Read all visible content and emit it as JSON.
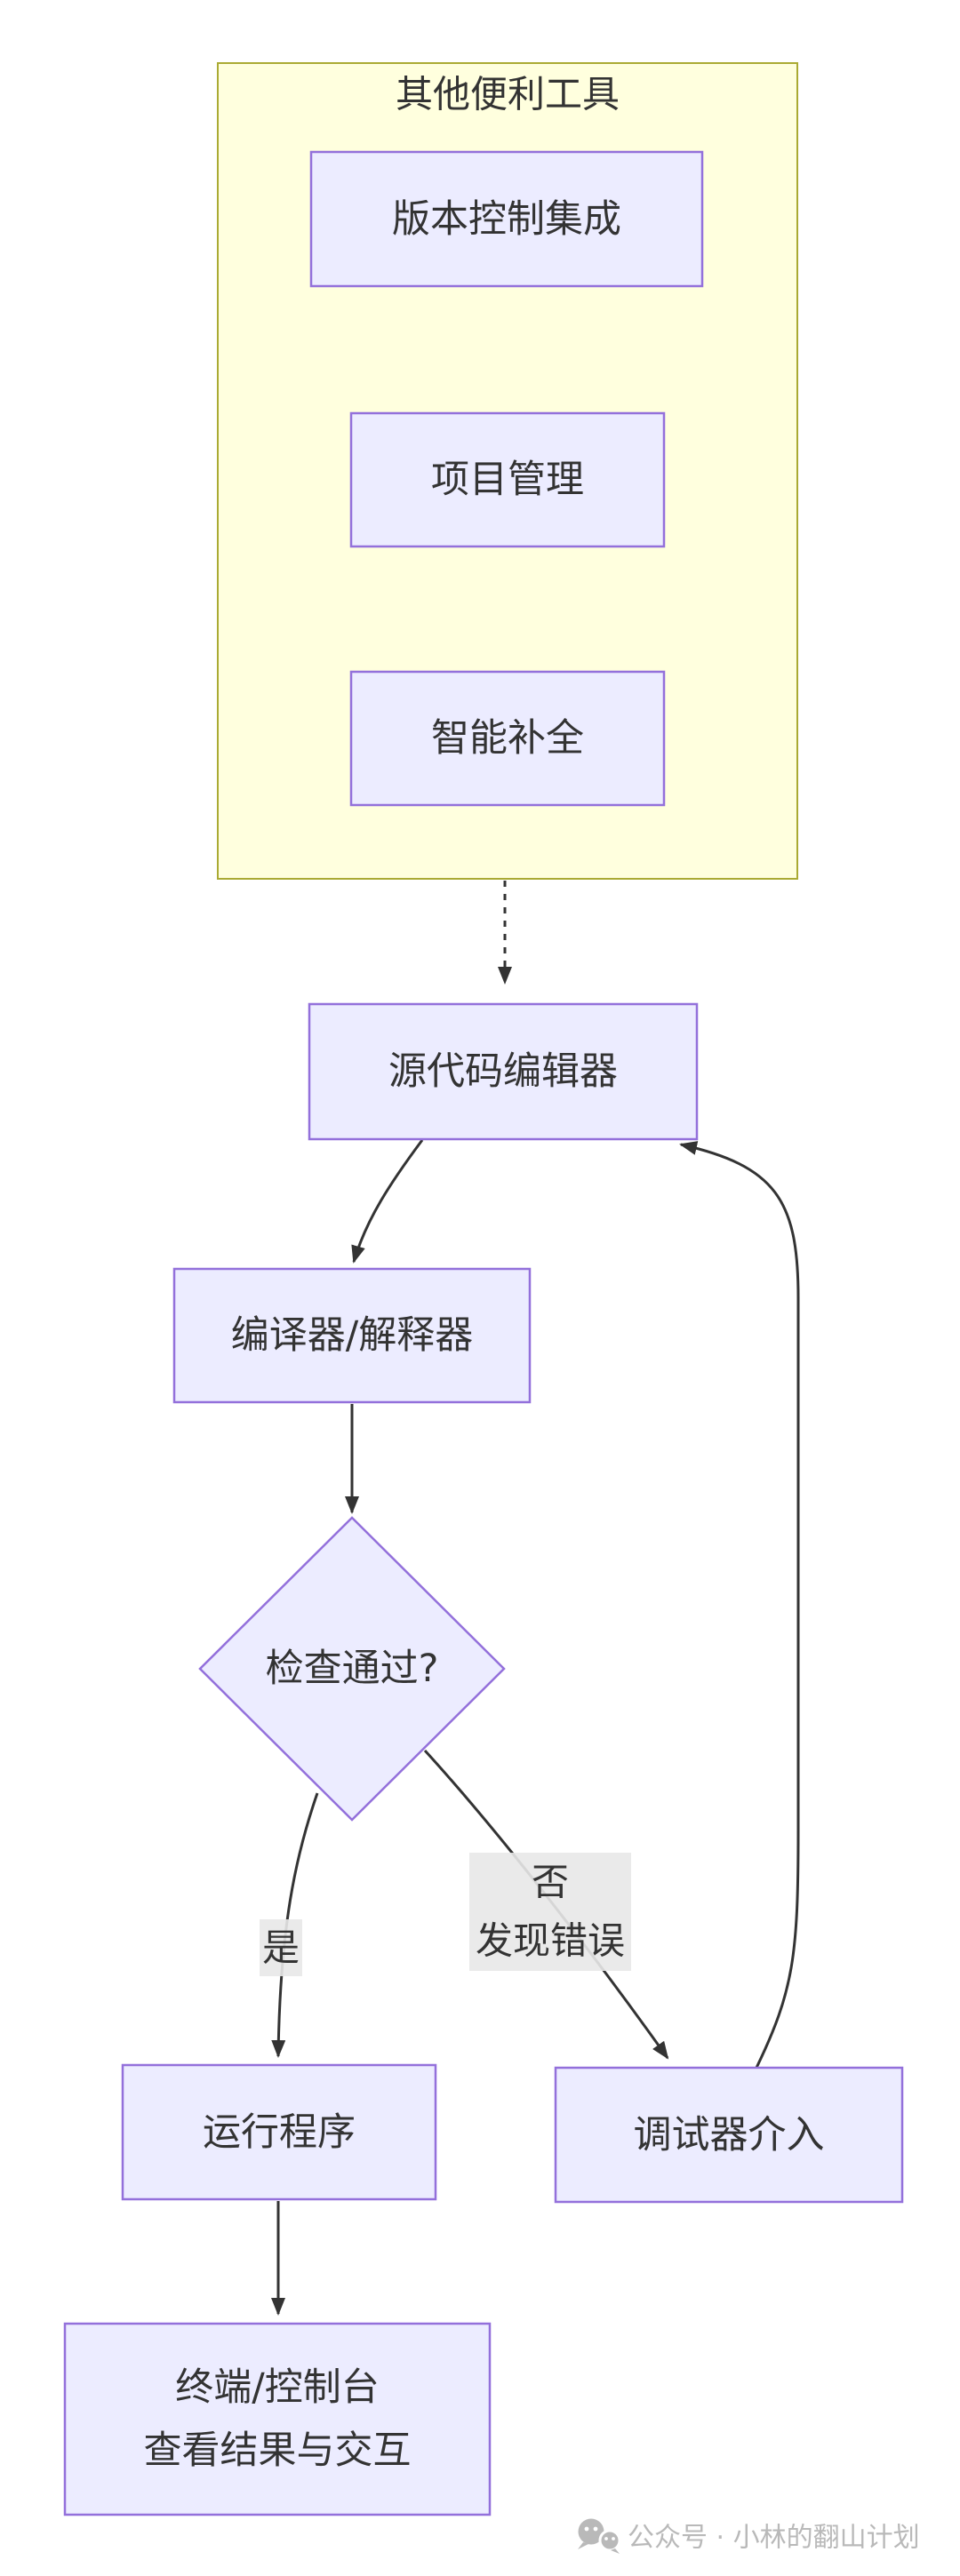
{
  "colors": {
    "background": "#ffffff",
    "node_fill": "#ECECFF",
    "node_border": "#9370DB",
    "subgraph_fill": "#ffffde",
    "subgraph_border": "#aaaa33",
    "edge": "#333333",
    "text": "#333333",
    "edge_label_bg": "#e8e8e8",
    "watermark": "#b9b9b9"
  },
  "flowchart": {
    "subgraph": {
      "title": "其他便利工具",
      "items": [
        {
          "label": "版本控制集成"
        },
        {
          "label": "项目管理"
        },
        {
          "label": "智能补全"
        }
      ]
    },
    "nodes": {
      "editor": "源代码编辑器",
      "compiler": "编译器/解释器",
      "decision": "检查通过?",
      "run": "运行程序",
      "debugger": "调试器介入",
      "terminal_line1": "终端/控制台",
      "terminal_line2": "查看结果与交互"
    },
    "edge_labels": {
      "yes": "是",
      "no_line1": "否",
      "no_line2": "发现错误"
    }
  },
  "watermark": {
    "icon": "wechat-icon",
    "text": "公众号 · 小林的翻山计划"
  }
}
